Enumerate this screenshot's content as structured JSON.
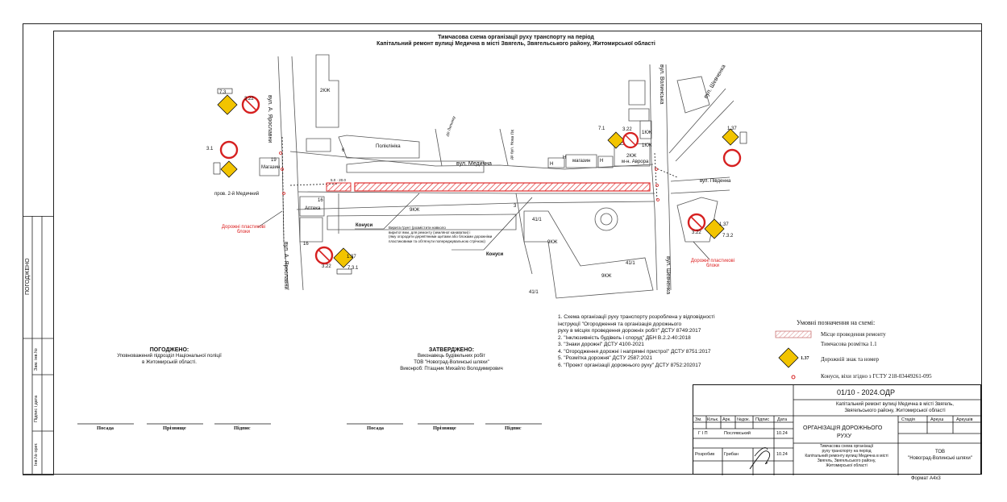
{
  "header": {
    "title_line1": "Тимчасова схема організації руху транспорту на період",
    "title_line2": "Капітальний ремонт вулиці Медична в місті Звягель, Звягельського району, Житомирської області"
  },
  "streets": {
    "yaroslavny_top": "вул. А. Ярославни",
    "yaroslavny_bottom": "вул. А. Ярославни",
    "medychna": "вул. Медична",
    "volynska": "вул. Волинська",
    "shevchenka_top": "вул. Шевченка",
    "shevchenka_bottom": "вул. Шевченка",
    "pivdenna": "вул. Південна",
    "prov_medychnyi": "пров. 2-й Медичний",
    "do_lypnyku": "до Липнику",
    "nova": "до вул. Нова ПК"
  },
  "buildings": {
    "b_2kzh_top": "2КЖ",
    "b_poliklinika": "Поліклініка",
    "b_6": "6",
    "b_19": "19",
    "b_mahazyn_left": "Магазин",
    "b_9kzh": "9КЖ",
    "b_16": "16",
    "b_apteka": "Аптека",
    "b_16b": "16",
    "b_1kzh_r": "1КЖ",
    "b_1kzh_r2": "1КЖ",
    "b_mahazyn_r": "магазин",
    "b_n1": "Н",
    "b_n2": "Н",
    "b_n3": "Н",
    "b_2kzh_r": "2КЖ",
    "b_avrora": "м-н. Аврора",
    "b_9kzh_b": "9КЖ",
    "b_9kzh_c": "9КЖ",
    "b_41_1": "41/1",
    "b_41_1b": "41/1",
    "b_41_1c": "41/1",
    "b_3": "3"
  },
  "annotations": {
    "konusy_left": "Конуси",
    "konusy_right": "Конуси",
    "zone_dims": "5.0 · 20.0",
    "excavation_note_1": "Вирита ґрунт (розмістити навколо",
    "excavation_note_2": "виритої ями, для ремонту (земляної канаватки) і",
    "excavation_note_3": "(яму огородити дерев'яними щитами або блоками дорожніми",
    "excavation_note_4": "пластиковими та обтягнути попереджувальною стрічкою)",
    "barriers_left_1": "Дорожні пластикові",
    "barriers_left_2": "блоки",
    "barriers_right_1": "Дорожні пластикові",
    "barriers_right_2": "блоки"
  },
  "signs": {
    "s_1_37": "1.37",
    "s_3_22": "3.22",
    "s_7_3_1": "7.3.1",
    "s_7_3_2": "7.3.2",
    "s_3_1": "3.1",
    "s_7_3": "7.3",
    "s_7_1": "7.1"
  },
  "notes": [
    "1. Схема організації руху транспорту розроблена у відповідності",
    "   інструкції \"Огородження та організація дорожнього",
    "   руху в місцях проведення дорожніх робіт\" ДСТУ 8749:2017",
    "2. \"Інклюзивність будівель і споруд\" ДБН В.2.2-40:2018",
    "3. \"Знаки дорожні\"    ДСТУ 4100-2021",
    "4. \"Огородження дорожні і напрямні пристрої\"   ДСТУ 8751:2017",
    "5. \"Розмітка дорожня\"   ДСТУ 2587:2021",
    "6. \"Проект організації дорожнього руху\"   ДСТУ 8752:202017"
  ],
  "legend": {
    "title": "Умовні позначення на схемі:",
    "items": [
      {
        "label": "Місце проведення ремонту"
      },
      {
        "label": "Тимчасова розмітка  1.1"
      },
      {
        "label": "Дорожній знак та номер",
        "code": "1.37"
      },
      {
        "label": "Конуси, віхи згідно з ГСТУ 218-03449261-095"
      }
    ]
  },
  "approval": {
    "agreed_title": "ПОГОДЖЕНО:",
    "agreed_line1": "Уповноважений підрозділ Національної поліції",
    "agreed_line2": "в Житомирській області.",
    "approved_title": "ЗАТВЕРДЖЕНО:",
    "approved_line1": "Виконавець будівельних робіт",
    "approved_line2": "ТОВ \"Новоград-Волинські шляхи\"",
    "approved_line3": "Виконроб: Птащник Михайло Володимирович",
    "pos1": "Посада",
    "surn1": "Прізвище",
    "sign1": "Підпис",
    "pos2": "Посада",
    "surn2": "Прізвище",
    "sign2": "Підпис"
  },
  "left_strip": {
    "pogodzheno": "ПОГОДЖЕНО",
    "zam_inv": "Зам. інв.№",
    "pidpys": "Підпис і дата",
    "inv_orig": "Інв.№ ориг."
  },
  "title_block": {
    "doc_code": "01/10 - 2024.ОДР",
    "project_line1": "Капітальний ремонт вулиці Медична в місті Звягель,",
    "project_line2": "Звягельського району, Житомирської області",
    "col_zm": "Зм.",
    "col_kilk": "Кільк.",
    "col_ark": "Арк.",
    "col_ndok": "№док.",
    "col_pidpys": "Підпис",
    "col_data": "Дата",
    "section1": "ОРГАНІЗАЦІЯ  ДОРОЖНЬОГО",
    "section2": "РУХУ",
    "stadia": "Стадія",
    "arkush": "Аркуш",
    "arkushiv": "Аркушів",
    "gip": "Г І П",
    "gip_name": "Послявський",
    "gip_date": "10.24",
    "rozrobyv": "Розробив",
    "rozrob_name": "Грибан",
    "rozrob_date": "10.24",
    "sheet_line1": "Тимчасова схема організації",
    "sheet_line2": "руху транспорту на період",
    "sheet_line3": "Капітальний ремонту вулиці Медична в місті",
    "sheet_line4": "Звягель, Звягельського району,",
    "sheet_line5": "Житомирської області",
    "org1": "ТОВ",
    "org2": "\"Новоград-Волинські шляхи\"",
    "format": "Формат А4х3"
  },
  "colors": {
    "repair_zone": "#e03030",
    "sign_yellow": "#f2c400",
    "sign_red": "#d62020"
  }
}
